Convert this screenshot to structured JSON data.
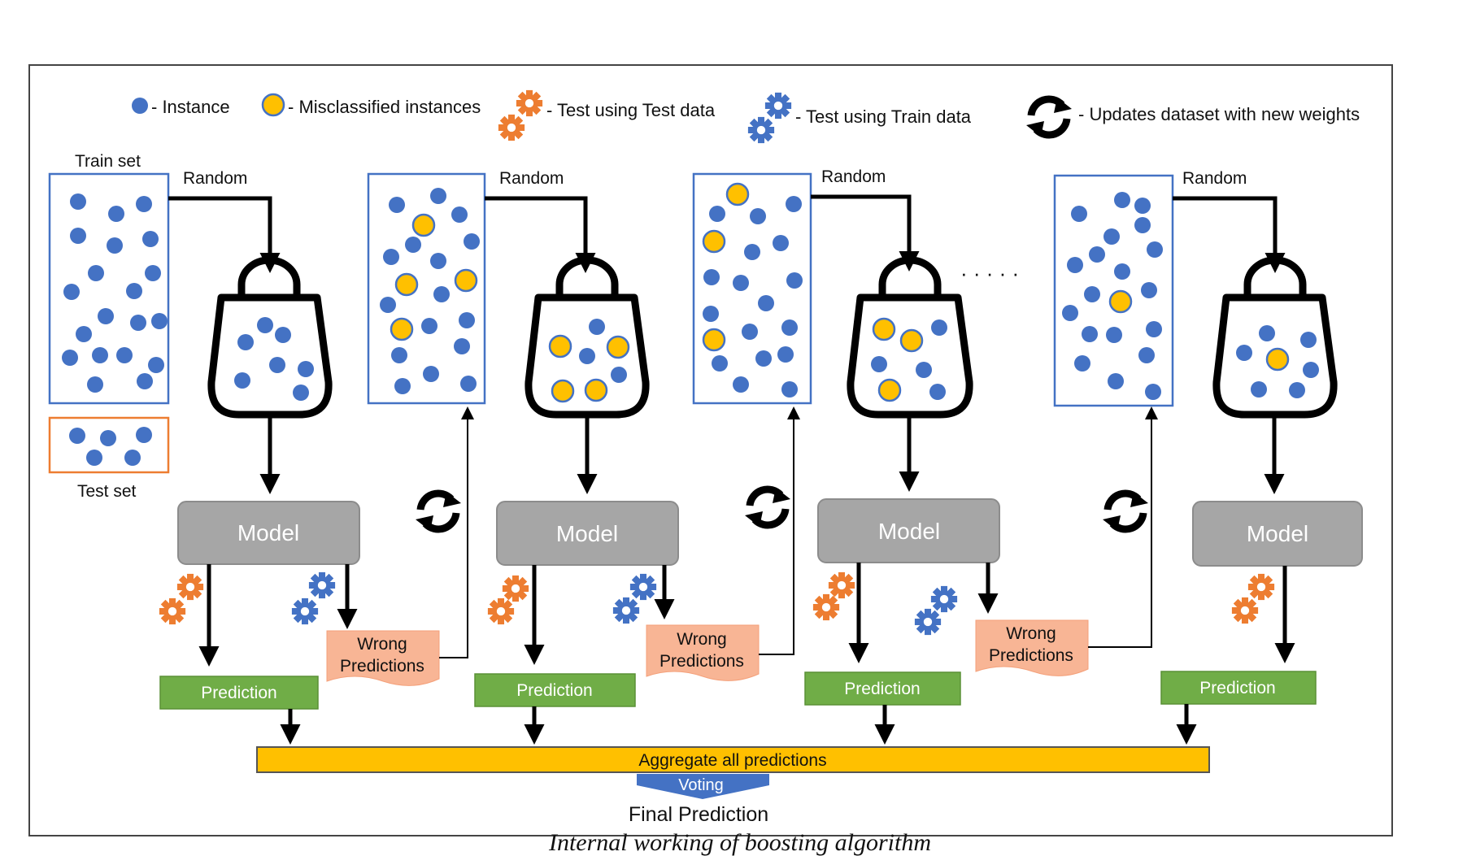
{
  "legend": {
    "instance": "- Instance",
    "misclassified": "- Misclassified instances",
    "test_using_test": "- Test using Test data",
    "test_using_train": "- Test using Train data",
    "updates": "- Updates dataset with new weights"
  },
  "labels": {
    "train_set": "Train set",
    "test_set": "Test set",
    "random": "Random",
    "model": "Model",
    "wrong_predictions_line1": "Wrong",
    "wrong_predictions_line2": "Predictions",
    "prediction": "Prediction",
    "aggregate": "Aggregate all predictions",
    "voting": "Voting",
    "final_prediction": "Final Prediction",
    "ellipsis": "· · · · ·"
  },
  "caption": "Internal working of boosting algorithm",
  "colors": {
    "instance": "#4472c4",
    "misclassified": "#ffc000",
    "test_gear": "#ed7d31",
    "train_gear": "#4472c4",
    "model": "#a6a6a6",
    "prediction": "#70ad47",
    "wrong": "#f8b595",
    "aggregate": "#ffc000",
    "voting": "#4472c4",
    "panel_border": "#4472c4",
    "test_border": "#ed7d31"
  }
}
